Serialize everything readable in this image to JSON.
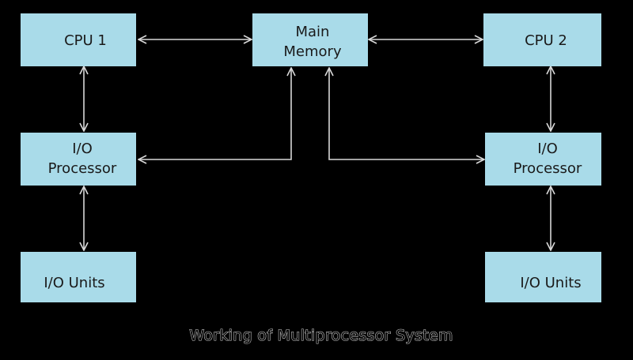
{
  "nodes": {
    "cpu1": "CPU 1",
    "main_memory": [
      "Main",
      "Memory"
    ],
    "cpu2": "CPU 2",
    "io_processor_left": [
      "I/O",
      "Processor"
    ],
    "io_processor_right": [
      "I/O",
      "Processor"
    ],
    "io_units_left": "I/O Units",
    "io_units_right": "I/O Units"
  },
  "caption": "Working of Multiprocessor System",
  "colors": {
    "node_fill": "#a9dbe9",
    "edge": "#d8d8d8",
    "background": "#000000"
  }
}
